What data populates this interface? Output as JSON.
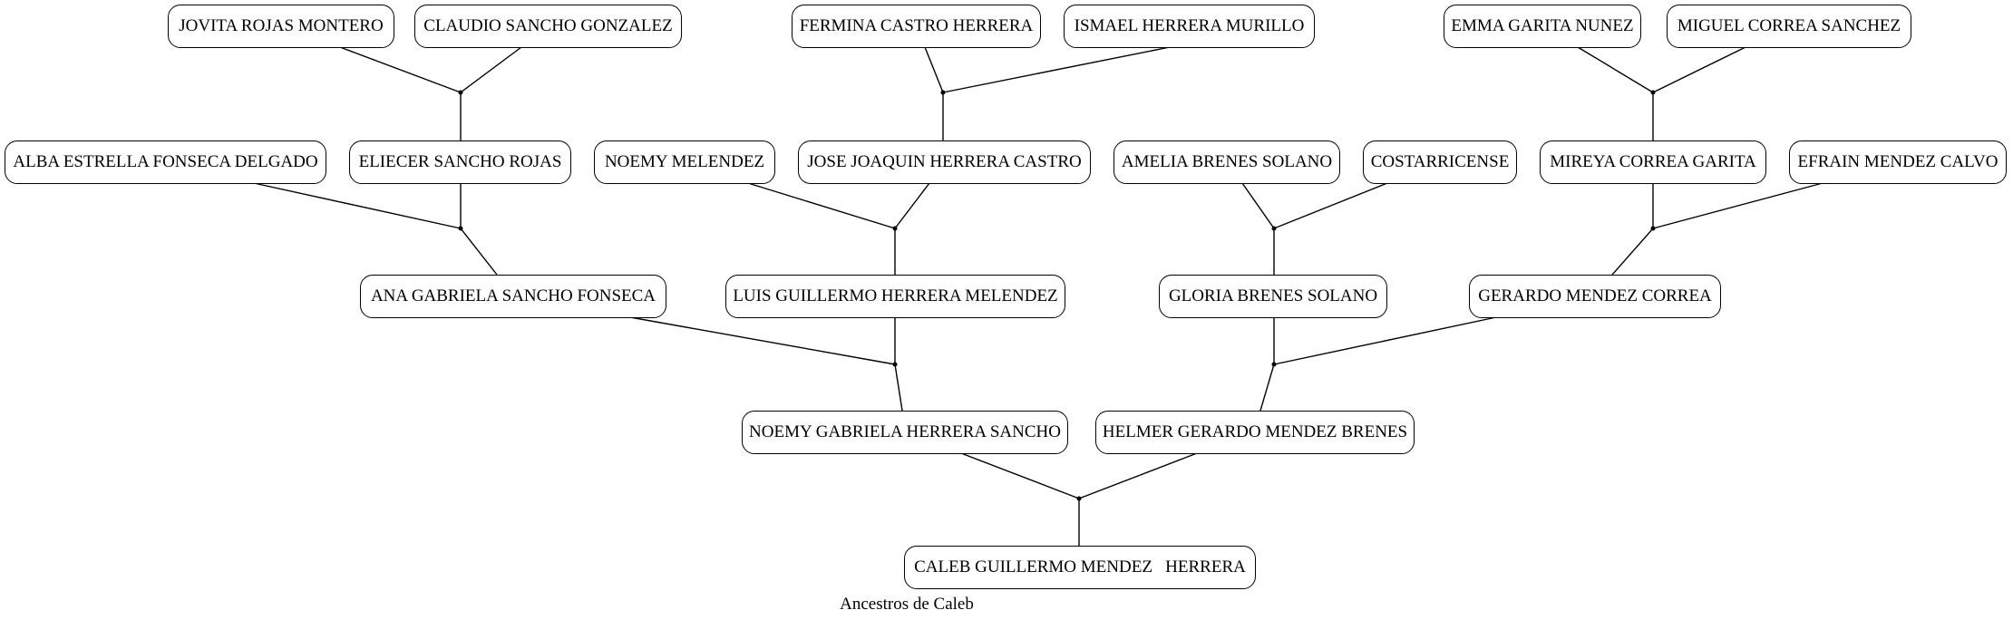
{
  "caption": "Ancestros de Caleb",
  "people": {
    "jovita": "JOVITA ROJAS MONTERO",
    "claudio": "CLAUDIO SANCHO GONZALEZ",
    "fermina": "FERMINA CASTRO HERRERA",
    "ismael": "ISMAEL HERRERA MURILLO",
    "emma": "EMMA GARITA NUNEZ",
    "miguel": "MIGUEL CORREA SANCHEZ",
    "alba": "ALBA ESTRELLA FONSECA DELGADO",
    "eliecer": "ELIECER SANCHO ROJAS",
    "noemy_m": "NOEMY MELENDEZ",
    "jose": "JOSE JOAQUIN HERRERA CASTRO",
    "amelia": "AMELIA BRENES SOLANO",
    "costa": "COSTARRICENSE",
    "mireya": "MIREYA CORREA GARITA",
    "efrain": "EFRAIN MENDEZ CALVO",
    "ana": "ANA GABRIELA SANCHO FONSECA",
    "luis": "LUIS GUILLERMO HERRERA MELENDEZ",
    "gloria": "GLORIA BRENES SOLANO",
    "gerardo": "GERARDO MENDEZ CORREA",
    "noemy_g": "NOEMY GABRIELA HERRERA SANCHO",
    "helmer": "HELMER GERARDO MENDEZ BRENES",
    "caleb": "CALEB GUILLERMO MENDEZ   HERRERA"
  }
}
